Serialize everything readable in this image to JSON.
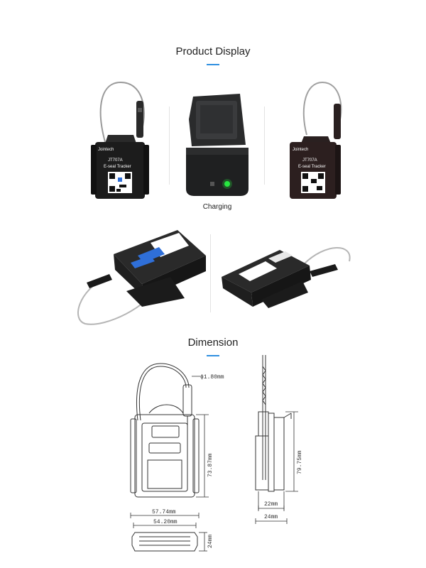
{
  "product_display": {
    "title": "Product Display",
    "brand": "Jointech",
    "model": "JT707A",
    "device_name": "E-seal Tracker",
    "charging_caption": "Charging"
  },
  "dimension": {
    "title": "Dimension",
    "wire_diameter": "ϕ1.80mm",
    "body_height": "73.87mm",
    "total_height": "79.75mm",
    "width_outer": "57.74mm",
    "width_inner": "54.20mm",
    "depth_bottom": "24mm",
    "side_depth_inner": "22mm",
    "side_depth_outer": "24mm"
  },
  "colors": {
    "accent": "#2f8fe0",
    "device_body": "#1c1c1c",
    "charge_led": "#27e640"
  }
}
